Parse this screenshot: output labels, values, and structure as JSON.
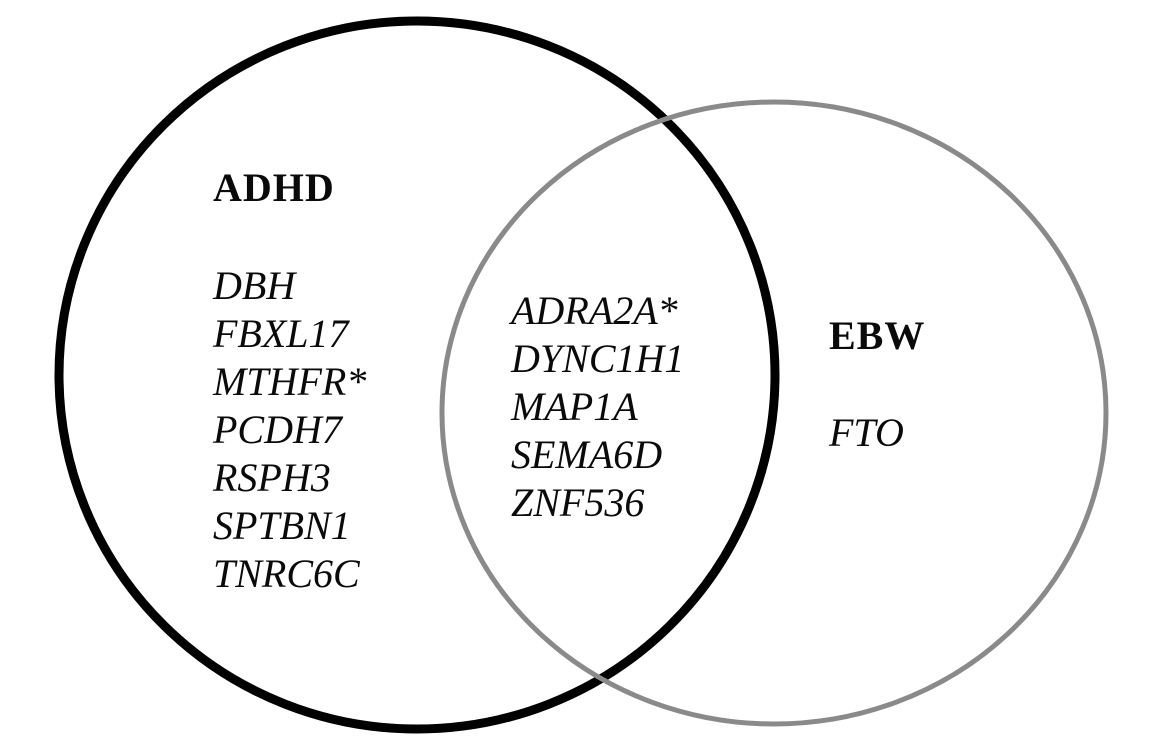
{
  "colors": {
    "background": "#ffffff",
    "left_circle_stroke": "#000000",
    "right_circle_stroke": "#8a8a8a",
    "text": "#0a0a0a"
  },
  "venn": {
    "left": {
      "label": "ADHD",
      "items": [
        "DBH",
        "FBXL17",
        "MTHFR*",
        "PCDH7",
        "RSPH3",
        "SPTBN1",
        "TNRC6C"
      ]
    },
    "intersection": {
      "items": [
        "ADRA2A*",
        "DYNC1H1",
        "MAP1A",
        "SEMA6D",
        "ZNF536"
      ]
    },
    "right": {
      "label": "EBW",
      "items": [
        "FTO"
      ]
    }
  }
}
